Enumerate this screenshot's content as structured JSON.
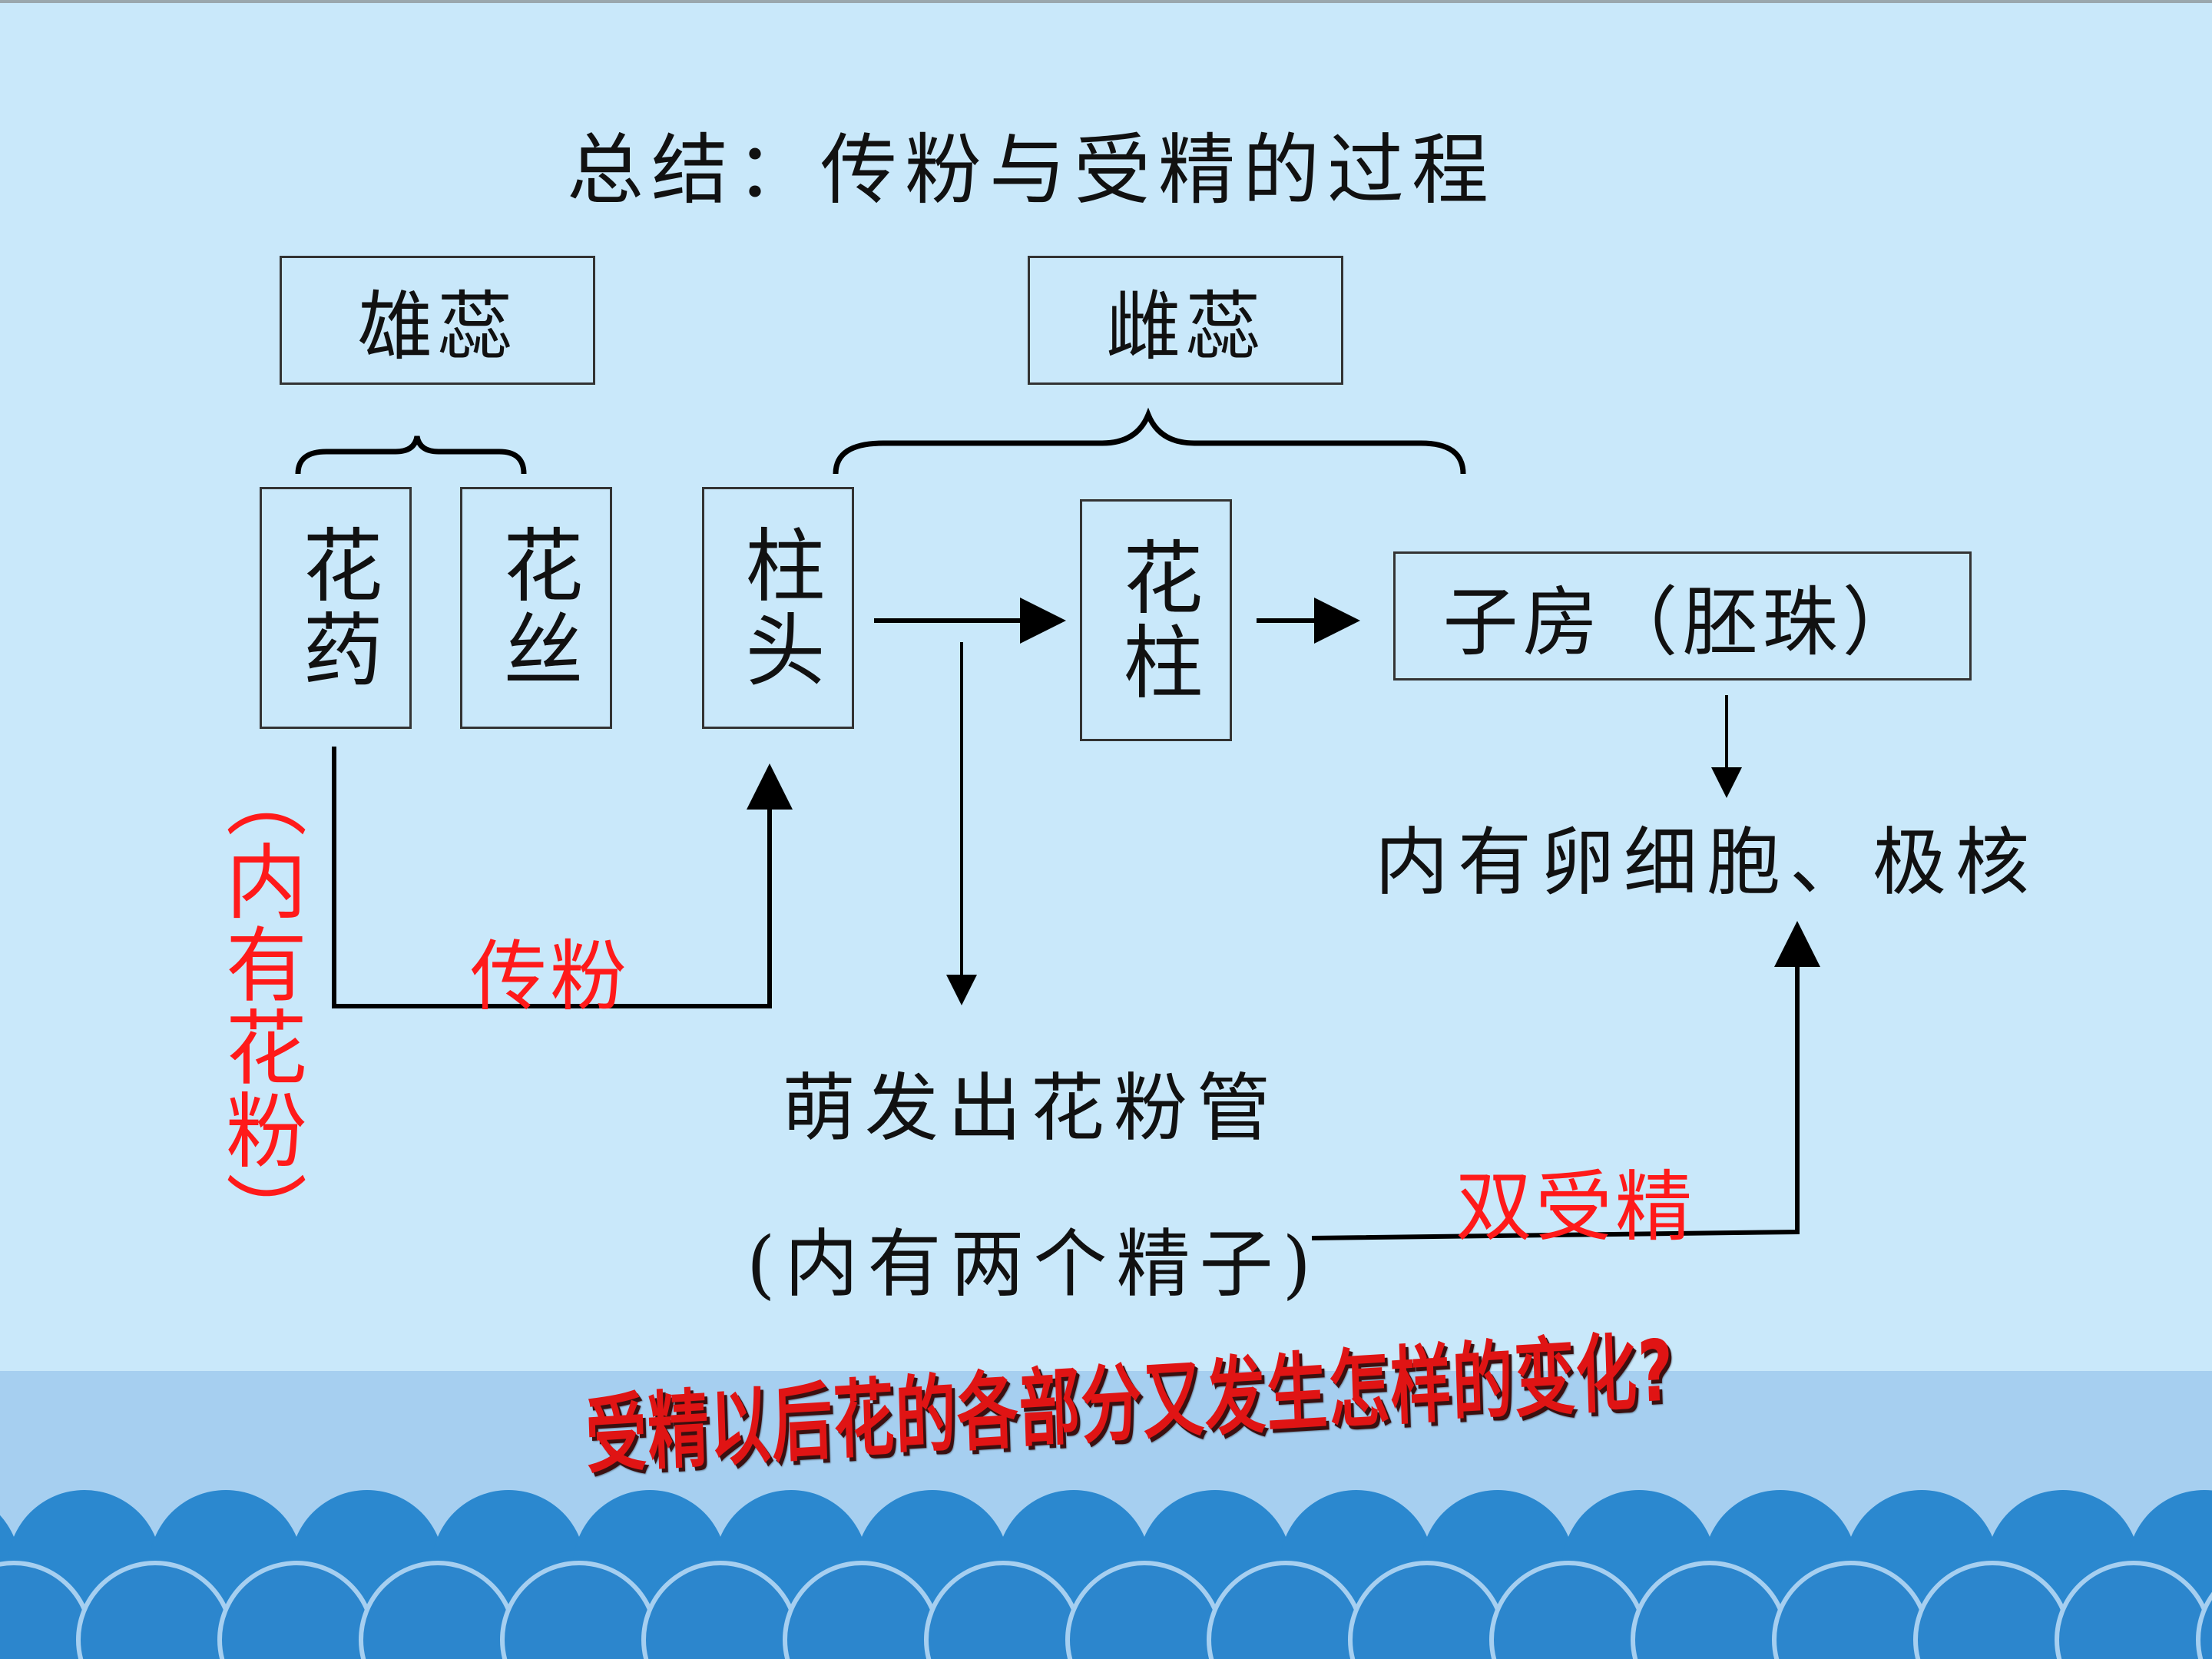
{
  "title": "总结：传粉与受精的过程",
  "boxes": {
    "stamen": "雄蕊",
    "pistil": "雌蕊",
    "anther": "花药",
    "filament": "花丝",
    "stigma": "柱头",
    "style": "花柱",
    "ovary": "子房（胚珠）"
  },
  "notes": {
    "pollen_inside": "（内有花粉）",
    "ovary_contents": "内有卵细胞、极核",
    "pollen_tube": "萌发出花粉管",
    "sperm_inside": "(内有两个精子)"
  },
  "labels": {
    "pollination": "传粉",
    "double_fertilization": "双受精"
  },
  "question": "受精以后花的各部分又发生怎样的变化?",
  "colors": {
    "background": "#c9e8fa",
    "sea_band": "#a6cff0",
    "wave": "#2b88cf",
    "highlight_red": "#ff1a1a",
    "box_border": "#333333"
  }
}
